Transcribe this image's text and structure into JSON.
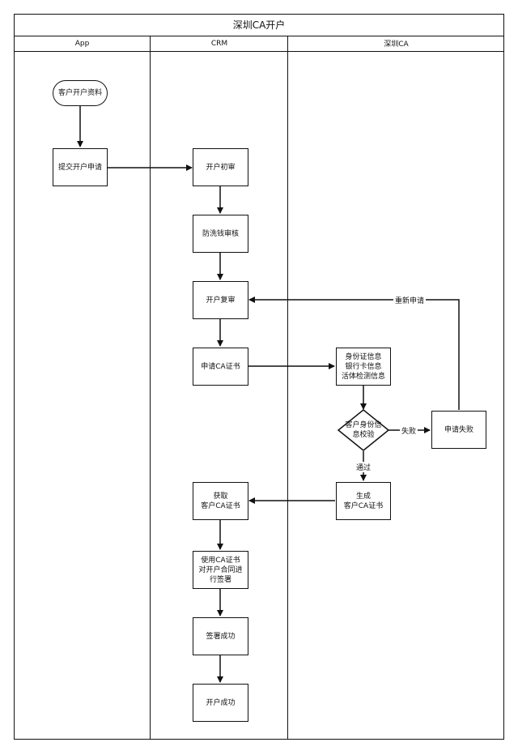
{
  "title": "深圳CA开户",
  "lanes": [
    "App",
    "CRM",
    "深圳CA"
  ],
  "nodes": {
    "start": "客户开户资料",
    "submit": "提交开户申请",
    "first_review": "开户初审",
    "aml": "防洗钱审核",
    "second_review": "开户复审",
    "apply_cert": "申请CA证书",
    "info": "身份证信息\n银行卡信息\n活体检测信息",
    "verify": "客户身份信\n息校验",
    "fail": "申请失败",
    "generate": "生成\n客户CA证书",
    "obtain": "获取\n客户CA证书",
    "use": "使用CA证书\n对开户合同进\n行签署",
    "sign_ok": "签署成功",
    "open_ok": "开户成功"
  },
  "edges": {
    "fail_label": "失败",
    "pass_label": "通过",
    "reapply_label": "重新申请"
  }
}
